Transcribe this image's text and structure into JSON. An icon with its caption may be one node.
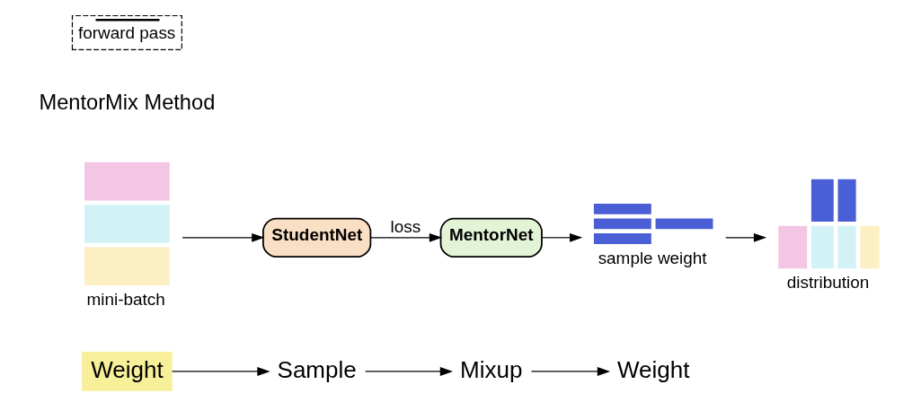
{
  "diagram": {
    "nodes": [
      {
        "text": [
          "Weight"
        ]
      },
      {
        "text": [
          "Sample"
        ]
      },
      {
        "text": [
          "Mixup"
        ]
      },
      {
        "text": [
          "Weight"
        ]
      },
      {
        "text": [
          "MentorNet"
        ]
      },
      {
        "text": [
          "StudentNet"
        ]
      },
      {
        "text": [],
        "shape": "picture",
        "beside": [
          "mini-batch"
        ]
      },
      {
        "text": [],
        "shape": "picture",
        "beside": [
          "sample weight"
        ]
      },
      {
        "text": [],
        "shape": "picture",
        "beside": [
          "distribution"
        ]
      }
    ],
    "edges": [
      {
        "from": 0,
        "to": 1,
        "arrow": "to"
      },
      {
        "from": 1,
        "to": 2,
        "arrow": "to"
      },
      {
        "from": 2,
        "to": 3,
        "arrow": "to"
      },
      {
        "from": 6,
        "to": 5,
        "arrow": "to"
      },
      {
        "from": 5,
        "to": 4,
        "arrow": "to",
        "label": "loss"
      },
      {
        "from": 4,
        "to": 7,
        "arrow": "to"
      },
      {
        "from": 7,
        "to": 8,
        "arrow": "to"
      }
    ],
    "labels": [
      "MentorMix Method"
    ],
    "legend": [
      {
        "text": "forward pass"
      }
    ]
  }
}
